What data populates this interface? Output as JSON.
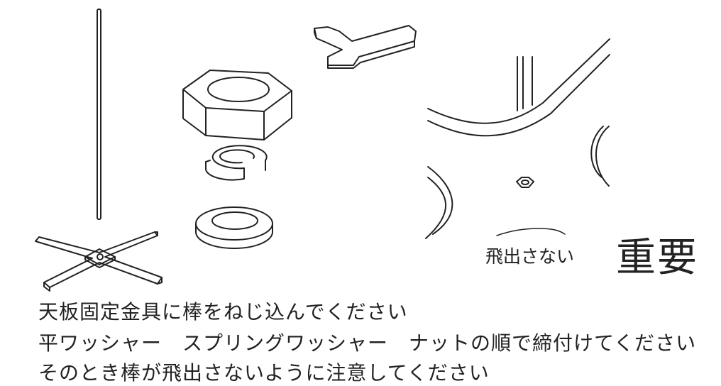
{
  "diagram": {
    "note_small": "飛出さない",
    "note_important": "重要"
  },
  "instructions": [
    "天板固定金具に棒をねじ込んでください",
    "平ワッシャー　スプリングワッシャー　ナットの順で締付けてください",
    "そのとき棒が飛出さないように注意してください"
  ]
}
